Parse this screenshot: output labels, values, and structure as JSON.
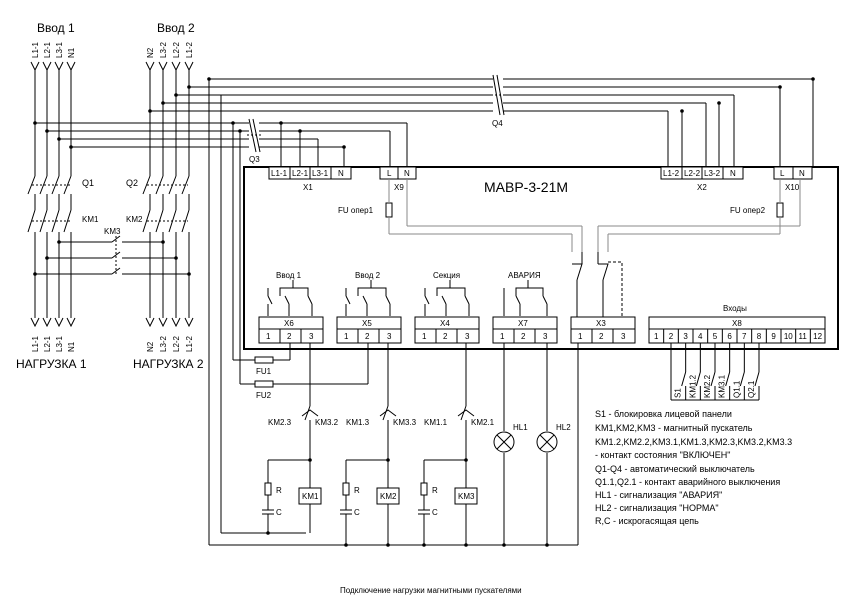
{
  "inputs": {
    "in1": "Ввод 1",
    "in2": "Ввод 2"
  },
  "phases_in1": [
    "L1-1",
    "L2-1",
    "L3-1",
    "N1"
  ],
  "phases_in2": [
    "N2",
    "L3-2",
    "L2-2",
    "L1-2"
  ],
  "breakers": {
    "q1": "Q1",
    "q2": "Q2",
    "q3": "Q3",
    "q4": "Q4"
  },
  "contactors": {
    "km1": "KM1",
    "km2": "KM2",
    "km3": "KM3"
  },
  "loads": {
    "load1": "НАГРУЗКА 1",
    "load2": "НАГРУЗКА 2"
  },
  "device": {
    "title": "МАВР-3-21М"
  },
  "terminals": {
    "x1": {
      "name": "X1",
      "pins": [
        "L1-1",
        "L2-1",
        "L3-1",
        "N"
      ]
    },
    "x9": {
      "name": "X9",
      "pins": [
        "L",
        "N"
      ]
    },
    "x2": {
      "name": "X2",
      "pins": [
        "L1-2",
        "L2-2",
        "L3-2",
        "N"
      ]
    },
    "x10": {
      "name": "X10",
      "pins": [
        "L",
        "N"
      ]
    },
    "x6": {
      "name": "X6",
      "title": "Ввод 1",
      "pins": [
        "1",
        "2",
        "3"
      ]
    },
    "x5": {
      "name": "X5",
      "title": "Ввод 2",
      "pins": [
        "1",
        "2",
        "3"
      ]
    },
    "x4": {
      "name": "X4",
      "title": "Секция",
      "pins": [
        "1",
        "2",
        "3"
      ]
    },
    "x7": {
      "name": "X7",
      "title": "АВАРИЯ",
      "pins": [
        "1",
        "2",
        "3"
      ]
    },
    "x3": {
      "name": "X3",
      "pins": [
        "1",
        "2",
        "3"
      ]
    },
    "x8": {
      "name": "X8",
      "title": "Входы",
      "pins": [
        "1",
        "2",
        "3",
        "4",
        "5",
        "6",
        "7",
        "8",
        "9",
        "10",
        "11",
        "12"
      ]
    }
  },
  "fuses": {
    "fu_op1": "FU опер1",
    "fu_op2": "FU опер2",
    "fu1": "FU1",
    "fu2": "FU2"
  },
  "inputs_contacts": [
    "S1",
    "KM1.2",
    "KM2.2",
    "KM3.1",
    "Q1.1",
    "Q2.1"
  ],
  "coil_labels": {
    "km23": "KM2.3",
    "km32": "KM3.2",
    "km13": "KM1.3",
    "km33": "KM3.3",
    "km11": "KM1.1",
    "km21": "KM2.1",
    "hl1": "HL1",
    "hl2": "HL2",
    "coil1": "KM1",
    "coil2": "KM2",
    "coil3": "KM3",
    "r": "R",
    "c": "C"
  },
  "legend": [
    "S1 - блокировка лицевой панели",
    "KM1,KM2,KM3 - магнитный пускатель",
    "KM1.2,KM2.2,KM3.1,KM1.3,KM2.3,KM3.2,KM3.3",
    " - контакт состояния \"ВКЛЮЧЕН\"",
    "Q1-Q4 - автоматический выключатель",
    "Q1.1,Q2.1 - контакт аварийного выключения",
    "HL1 - сигнализация \"АВАРИЯ\"",
    "HL2 - сигнализация \"НОРМА\"",
    "R,C - искрогасящая цепь"
  ],
  "caption": "Подключение нагрузки магнитными пускателями"
}
